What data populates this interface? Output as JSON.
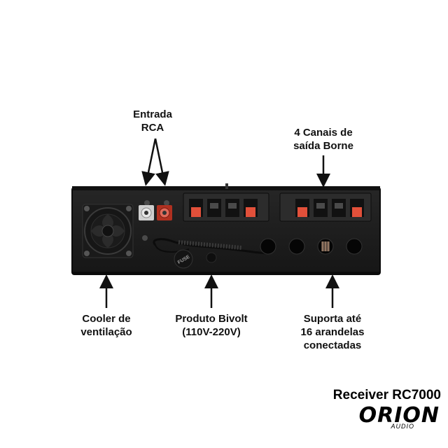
{
  "labels": {
    "rca_input": [
      "Entrada",
      "RCA"
    ],
    "speaker_outputs": [
      "4 Canais de",
      "saída Borne"
    ],
    "cooler": [
      "Cooler de",
      "ventilação"
    ],
    "bivolt": [
      "Produto Bivolt",
      "(110V-220V)"
    ],
    "sconces": [
      "Suporta até",
      "16 arandelas",
      "conectadas"
    ]
  },
  "device": {
    "fuse_text": "FUSE"
  },
  "brand": {
    "product_title": "Receiver RC7000",
    "logo_text": "ORION",
    "logo_subtext": "AUDIO"
  },
  "colors": {
    "chassis": "#1d1d1d",
    "chassis_edge": "#0c0c0c",
    "terminal_red": "#e2503a",
    "rca_red": "#c0392b",
    "text": "#111111"
  }
}
